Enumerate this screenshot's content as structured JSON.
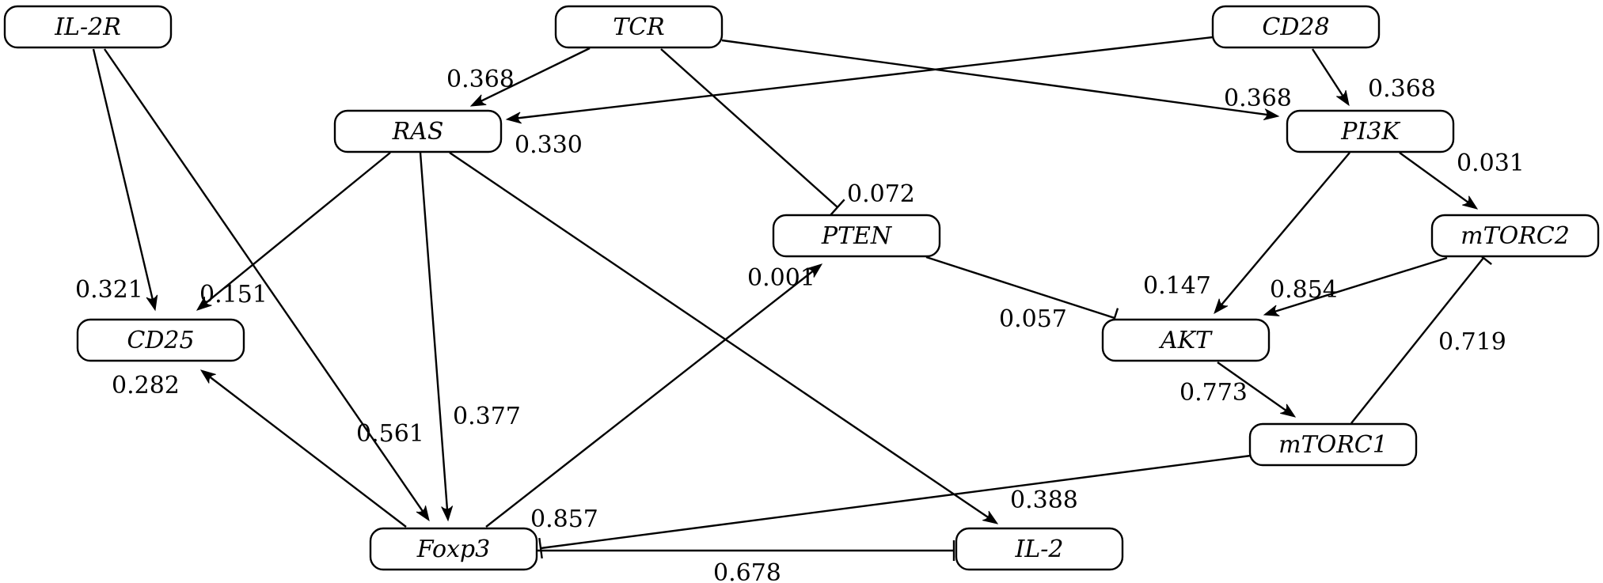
{
  "nodes": [
    {
      "id": "IL2R",
      "label": "IL-2R"
    },
    {
      "id": "TCR",
      "label": "TCR"
    },
    {
      "id": "CD28",
      "label": "CD28"
    },
    {
      "id": "RAS",
      "label": "RAS"
    },
    {
      "id": "PI3K",
      "label": "PI3K"
    },
    {
      "id": "PTEN",
      "label": "PTEN"
    },
    {
      "id": "mTORC2",
      "label": "mTORC2"
    },
    {
      "id": "CD25",
      "label": "CD25"
    },
    {
      "id": "AKT",
      "label": "AKT"
    },
    {
      "id": "mTORC1",
      "label": "mTORC1"
    },
    {
      "id": "Foxp3",
      "label": "Foxp3"
    },
    {
      "id": "IL2",
      "label": "IL-2"
    }
  ],
  "edges": [
    {
      "id": "e1",
      "from": "TCR",
      "to": "RAS",
      "type": "activation",
      "weight": "0.368"
    },
    {
      "id": "e2",
      "from": "CD28",
      "to": "RAS",
      "type": "activation",
      "weight": "0.330"
    },
    {
      "id": "e3",
      "from": "TCR",
      "to": "PI3K",
      "type": "activation",
      "weight": "0.368"
    },
    {
      "id": "e4",
      "from": "CD28",
      "to": "PI3K",
      "type": "activation",
      "weight": "0.368"
    },
    {
      "id": "e5",
      "from": "TCR",
      "to": "PTEN",
      "type": "inhibition",
      "weight": "0.072"
    },
    {
      "id": "e6",
      "from": "PI3K",
      "to": "mTORC2",
      "type": "activation",
      "weight": "0.031"
    },
    {
      "id": "e7",
      "from": "PI3K",
      "to": "AKT",
      "type": "activation",
      "weight": "0.147"
    },
    {
      "id": "e8",
      "from": "IL2R",
      "to": "CD25",
      "type": "activation",
      "weight": "0.321"
    },
    {
      "id": "e9",
      "from": "RAS",
      "to": "CD25",
      "type": "activation",
      "weight": "0.151"
    },
    {
      "id": "e10",
      "from": "IL2R",
      "to": "Foxp3",
      "type": "activation",
      "weight": "0.561"
    },
    {
      "id": "e11",
      "from": "RAS",
      "to": "Foxp3",
      "type": "activation",
      "weight": "0.377"
    },
    {
      "id": "e12",
      "from": "RAS",
      "to": "IL2",
      "type": "activation",
      "weight": "0.388"
    },
    {
      "id": "e13",
      "from": "Foxp3",
      "to": "PTEN",
      "type": "activation",
      "weight": "0.001"
    },
    {
      "id": "e14",
      "from": "PTEN",
      "to": "AKT",
      "type": "inhibition",
      "weight": "0.057"
    },
    {
      "id": "e15",
      "from": "mTORC2",
      "to": "AKT",
      "type": "activation",
      "weight": "0.854"
    },
    {
      "id": "e16",
      "from": "AKT",
      "to": "mTORC1",
      "type": "activation",
      "weight": "0.773"
    },
    {
      "id": "e17",
      "from": "mTORC1",
      "to": "mTORC2",
      "type": "inhibition",
      "weight": "0.719"
    },
    {
      "id": "e18",
      "from": "Foxp3",
      "to": "CD25",
      "type": "activation",
      "weight": "0.282"
    },
    {
      "id": "e19",
      "from": "mTORC1",
      "to": "Foxp3",
      "type": "inhibition",
      "weight": "0.857"
    },
    {
      "id": "e20",
      "from": "Foxp3",
      "to": "IL2",
      "type": "inhibition",
      "weight": "0.678"
    }
  ]
}
